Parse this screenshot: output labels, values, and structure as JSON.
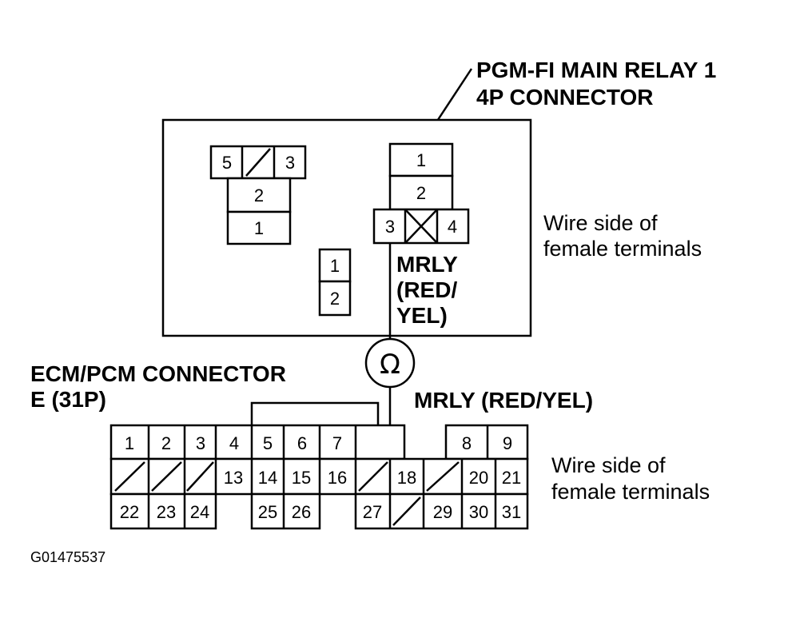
{
  "relay": {
    "title_line1": "PGM-FI MAIN RELAY 1",
    "title_line2": "4P CONNECTOR",
    "wire_side_line1": "Wire side of",
    "wire_side_line2": "female terminals",
    "signal_line1": "MRLY",
    "signal_line2": "(RED/",
    "signal_line3": "YEL)",
    "left_block": {
      "p5": "5",
      "p3": "3",
      "p2": "2",
      "p1": "1"
    },
    "small_block": {
      "p1": "1",
      "p2": "2"
    },
    "connector_4p": {
      "p1": "1",
      "p2": "2",
      "p3": "3",
      "p4": "4"
    }
  },
  "meter_symbol": "Ω",
  "ecm": {
    "title_line1": "ECM/PCM CONNECTOR",
    "title_line2": "E (31P)",
    "signal_label": "MRLY (RED/YEL)",
    "wire_side_line1": "Wire side of",
    "wire_side_line2": "female terminals",
    "pins": {
      "p1": "1",
      "p2": "2",
      "p3": "3",
      "p4": "4",
      "p5": "5",
      "p6": "6",
      "p7": "7",
      "p8": "8",
      "p9": "9",
      "p13": "13",
      "p14": "14",
      "p15": "15",
      "p16": "16",
      "p18": "18",
      "p20": "20",
      "p21": "21",
      "p22": "22",
      "p23": "23",
      "p24": "24",
      "p25": "25",
      "p26": "26",
      "p27": "27",
      "p29": "29",
      "p30": "30",
      "p31": "31"
    }
  },
  "figure_code": "G01475537"
}
